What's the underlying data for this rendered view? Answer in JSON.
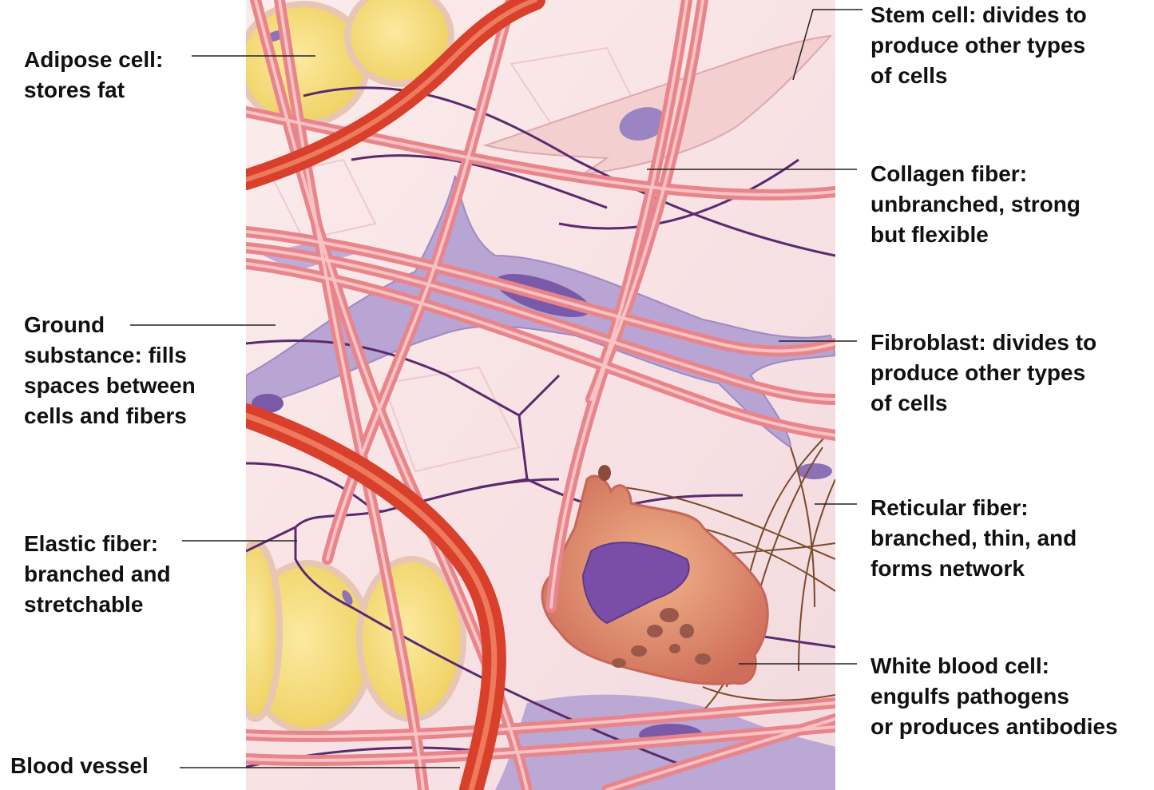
{
  "labels": {
    "adipose": [
      "Adipose cell:",
      "stores fat"
    ],
    "ground": [
      "Ground",
      "substance: fills",
      "spaces between",
      "cells and fibers"
    ],
    "elastic": [
      "Elastic fiber:",
      "branched and",
      "stretchable"
    ],
    "blood_vessel": [
      "Blood vessel"
    ],
    "stem": [
      "Stem cell: divides to",
      "produce other types",
      "of cells"
    ],
    "collagen": [
      "Collagen fiber:",
      "unbranched, strong",
      "but flexible"
    ],
    "fibroblast": [
      "Fibroblast: divides to",
      "produce other types",
      "of cells"
    ],
    "reticular": [
      "Reticular fiber:",
      "branched, thin, and",
      "forms network"
    ],
    "wbc": [
      "White blood cell:",
      "engulfs pathogens",
      "or produces antibodies"
    ]
  },
  "colors": {
    "ground_substance": "#f9e6e6",
    "collagen": "#e8858a",
    "collagen_highlight": "#f6c2c4",
    "blood_vessel": "#d8402c",
    "blood_vessel_highlight": "#ee7a5e",
    "adipose": "#f4dc74",
    "adipose_border": "#e9c8b0",
    "fibroblast": "#a896c8",
    "nucleus": "#7a5aa8",
    "elastic": "#5a2a6e",
    "reticular": "#7a4a2a",
    "wbc": "#dc8a6a",
    "wbc_nucleus": "#7a4ea8"
  }
}
